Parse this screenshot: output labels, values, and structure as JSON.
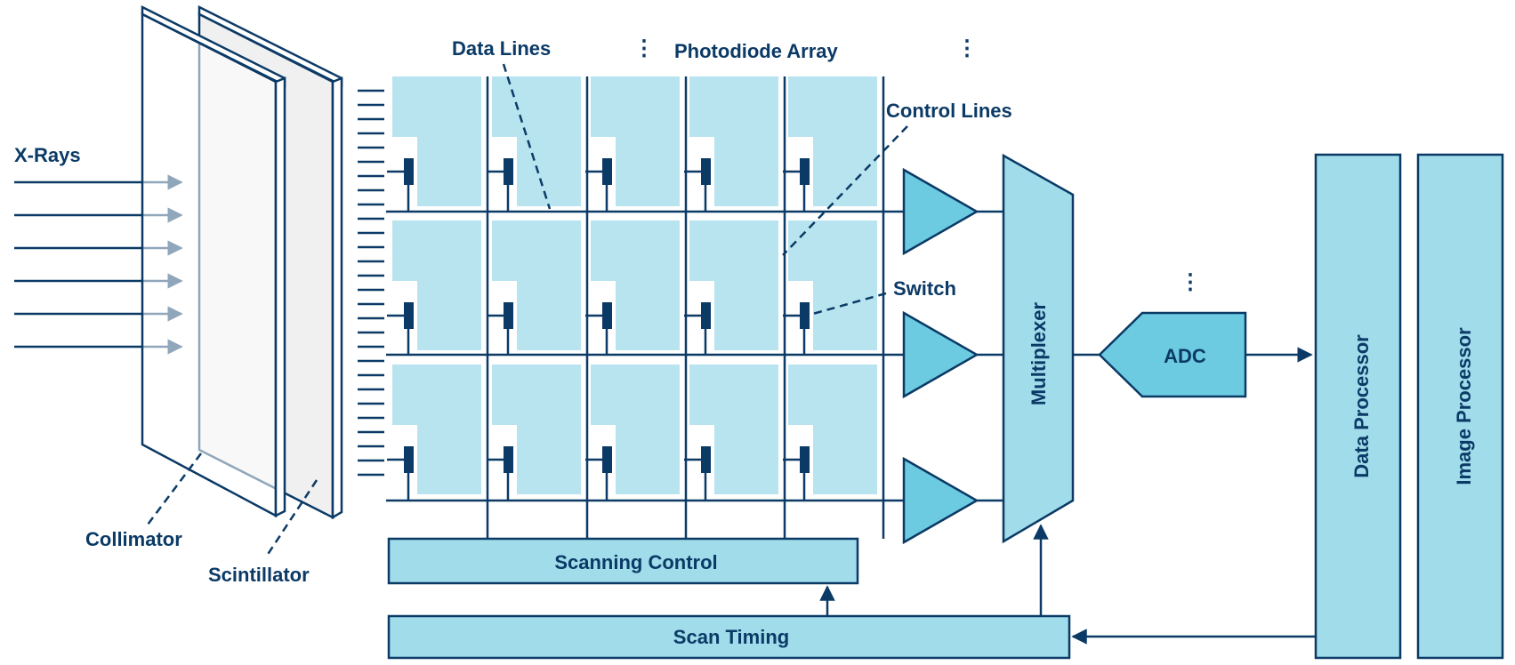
{
  "labels": {
    "xrays": "X-Rays",
    "collimator": "Collimator",
    "scintillator": "Scintillator",
    "data_lines": "Data Lines",
    "photodiode_array": "Photodiode Array",
    "control_lines": "Control Lines",
    "switch": "Switch",
    "continuation": "⋮"
  },
  "blocks": {
    "scanning_control": "Scanning Control",
    "scan_timing": "Scan Timing",
    "multiplexer": "Multiplexer",
    "adc": "ADC",
    "data_processor": "Data Processor",
    "image_processor": "Image Processor"
  },
  "colors": {
    "ink": "#0b3a66",
    "block_fill": "#a0dcea",
    "amp_fill": "#6ccbe0",
    "photodiode_fill": "#b8e4f0",
    "plate_fill": "#f0f0f0"
  },
  "structure": {
    "photodiode_rows": 3,
    "photodiode_columns": 5,
    "xray_arrows": 6,
    "amplifiers": 3
  }
}
